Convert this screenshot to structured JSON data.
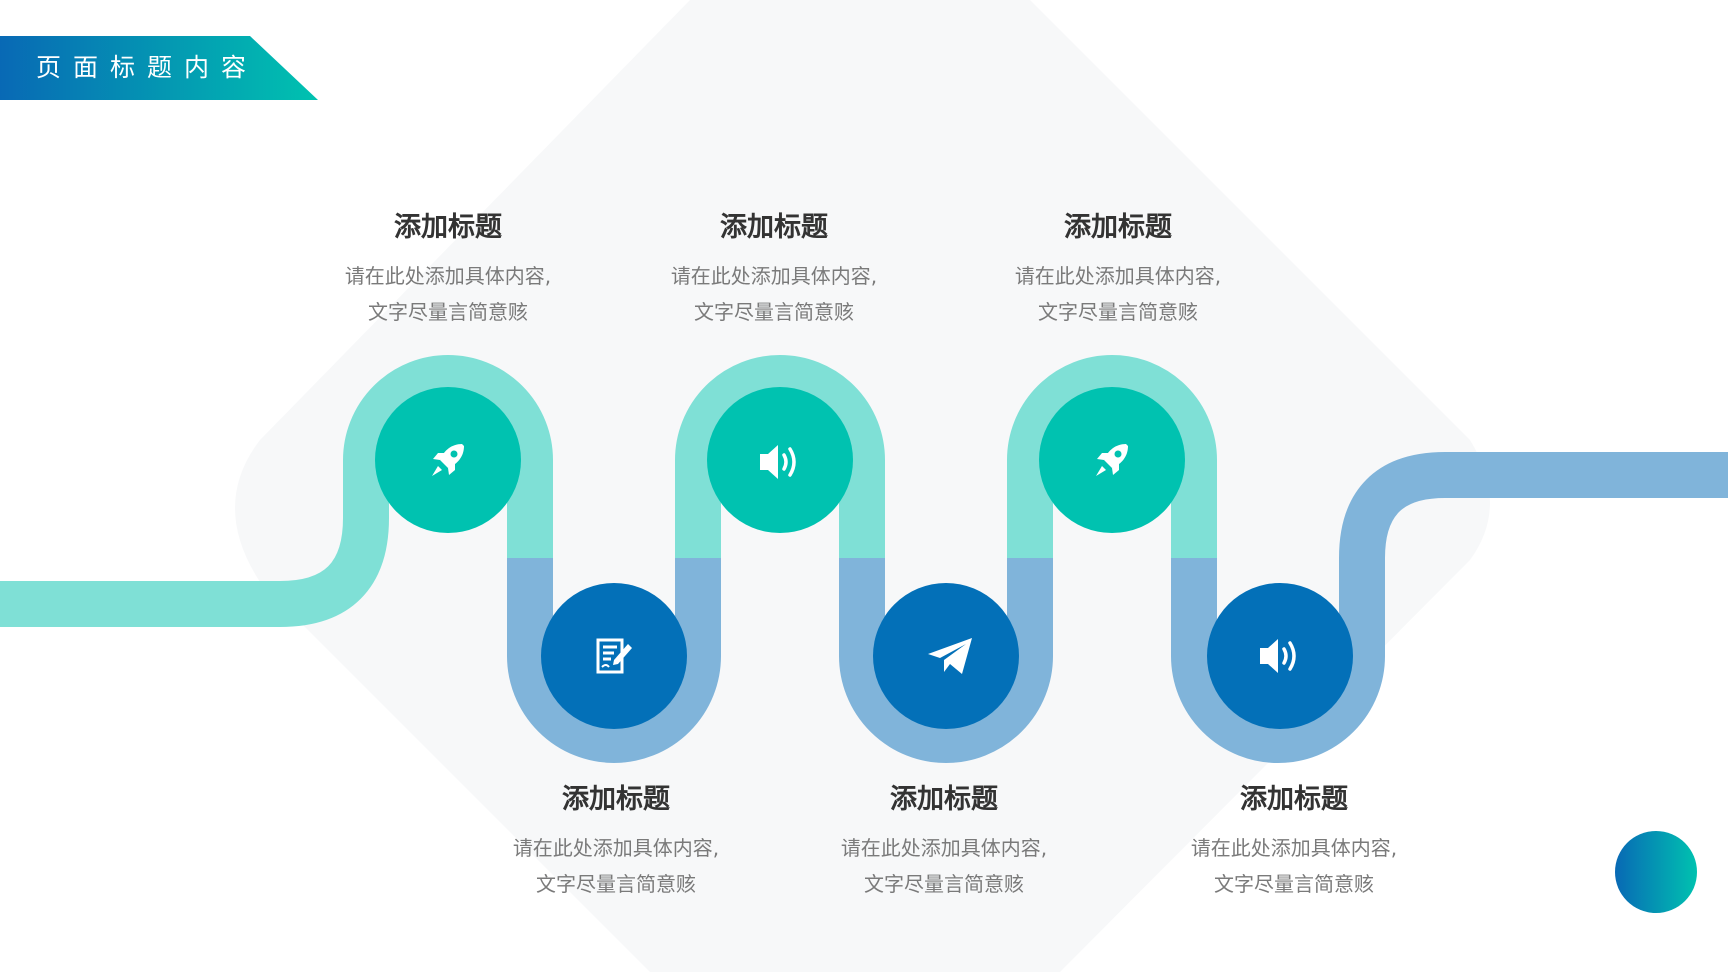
{
  "header": {
    "title": "页面标题内容"
  },
  "colors": {
    "teal_light": "#7fe0d6",
    "teal_dark": "#00c2b0",
    "blue_light": "#80b4da",
    "blue_dark": "#0370b8",
    "banner_start": "#0869b5",
    "banner_end": "#00c2b0",
    "backdrop": "#f4f6f7"
  },
  "steps": [
    {
      "title": "添加标题",
      "line1": "请在此处添加具体内容,",
      "line2": "文字尽量言简意赅",
      "icon": "rocket-icon"
    },
    {
      "title": "添加标题",
      "line1": "请在此处添加具体内容,",
      "line2": "文字尽量言简意赅",
      "icon": "document-edit-icon"
    },
    {
      "title": "添加标题",
      "line1": "请在此处添加具体内容,",
      "line2": "文字尽量言简意赅",
      "icon": "speaker-icon"
    },
    {
      "title": "添加标题",
      "line1": "请在此处添加具体内容,",
      "line2": "文字尽量言简意赅",
      "icon": "paper-plane-icon"
    },
    {
      "title": "添加标题",
      "line1": "请在此处添加具体内容,",
      "line2": "文字尽量言简意赅",
      "icon": "rocket-icon"
    },
    {
      "title": "添加标题",
      "line1": "请在此处添加具体内容,",
      "line2": "文字尽量言简意赅",
      "icon": "speaker-icon"
    }
  ]
}
